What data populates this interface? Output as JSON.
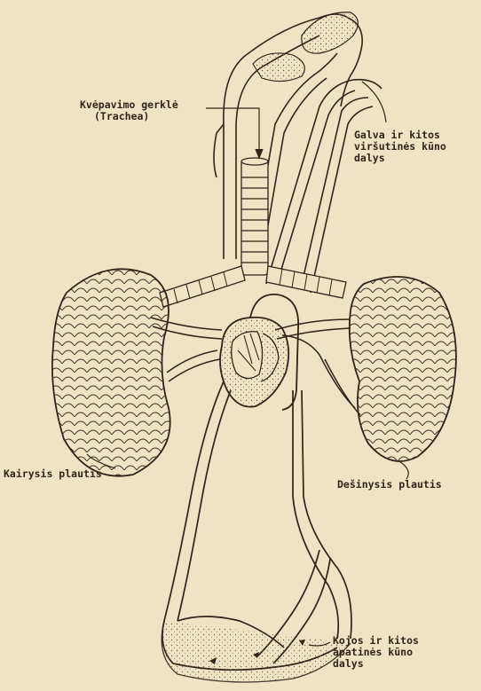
{
  "labels": {
    "trachea": [
      "Kvėpavimo gerklė",
      "(Trachea)"
    ],
    "head": [
      "Galva ir kitos",
      "viršutinės kūno",
      "dalys"
    ],
    "left_lung": "Kairysis plautis",
    "right_lung": "Dešinysis plautis",
    "legs": [
      "Kojos ir kitos",
      "apatinės kūno",
      "dalys"
    ]
  },
  "colors": {
    "paper": "#efe3c6",
    "ink": "#2e241a",
    "stipple": "#6b5a44"
  }
}
